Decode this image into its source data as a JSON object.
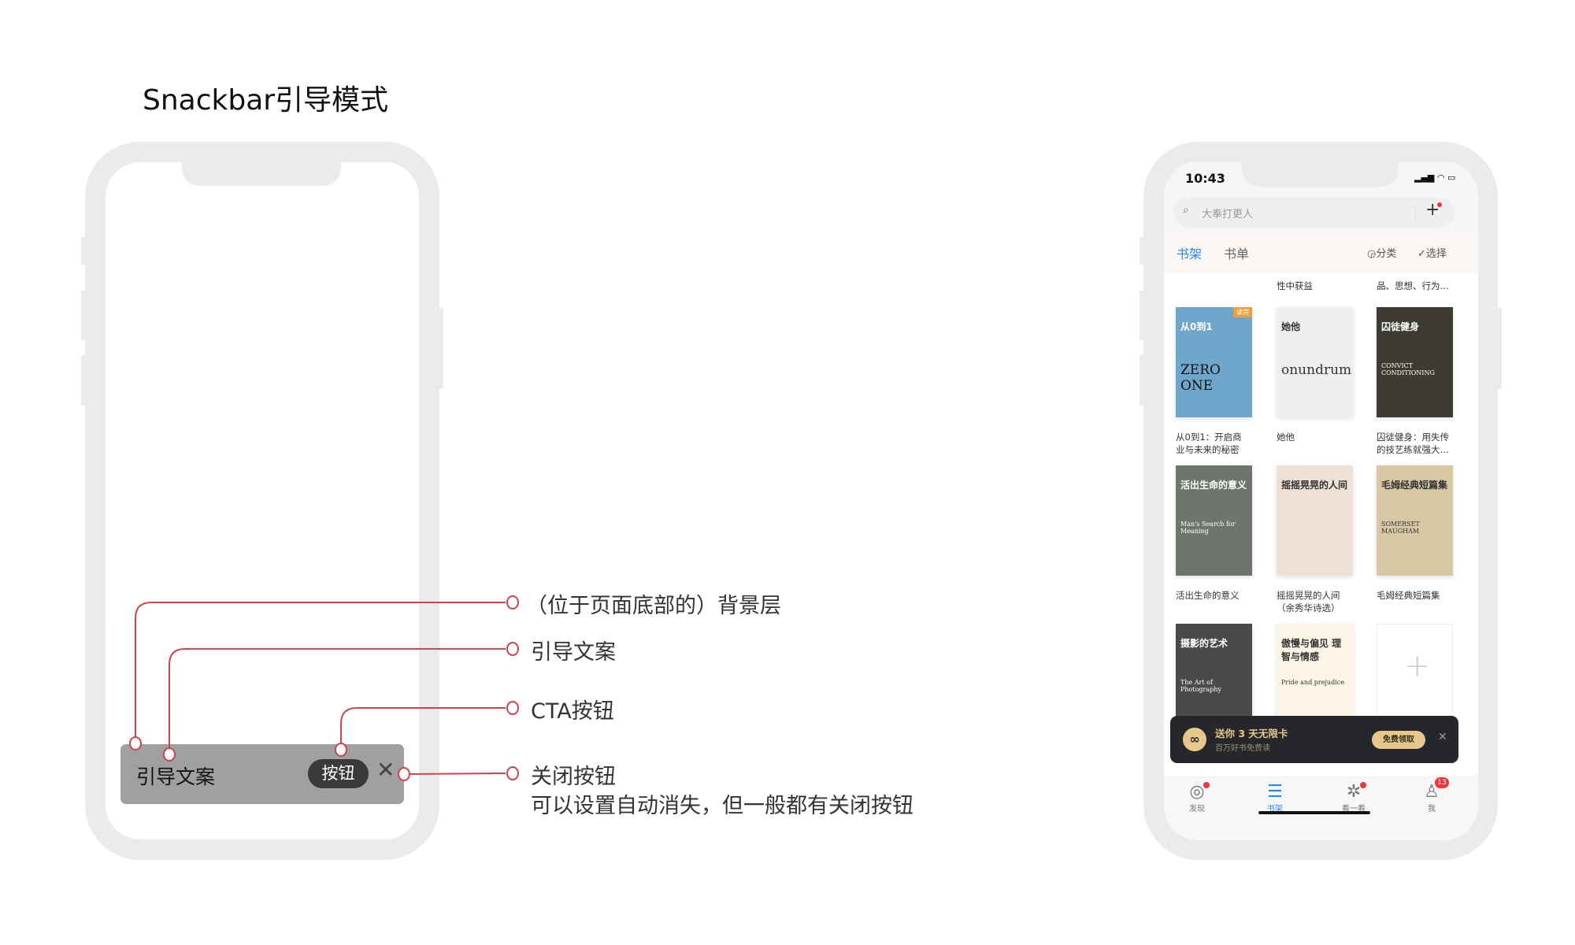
{
  "title": "Snackbar引导模式",
  "wireframe": {
    "snackbar_text": "引导文案",
    "snackbar_button": "按钮",
    "close_glyph": "✕"
  },
  "annotations": [
    {
      "text": "（位于页面底部的）背景层"
    },
    {
      "text": "引导文案"
    },
    {
      "text": "CTA按钮"
    },
    {
      "text": "关闭按钮",
      "note": "可以设置自动消失，但一般都有关闭按钮"
    }
  ],
  "annotation_color": "#d0454c",
  "app": {
    "status_time": "10:43",
    "search_placeholder": "大奉打更人",
    "tabs": [
      {
        "label": "书架",
        "active": true
      },
      {
        "label": "书单",
        "active": false
      }
    ],
    "actions": {
      "category": "分类",
      "select": "选择"
    },
    "partial_titles": [
      "性中获益",
      "品、思想、行为…"
    ],
    "books": [
      {
        "title1": "从0到1：开启商",
        "title2": "业与未来的秘密",
        "cover": "ZERO ONE",
        "cover_cn": "从0到1",
        "badge": "读完",
        "color": "#6fa6cb"
      },
      {
        "title1": "她他",
        "title2": "",
        "cover": "onundrum",
        "cover_cn": "她他",
        "color": "#efefef"
      },
      {
        "title1": "囚徒健身：用失传",
        "title2": "的技艺练就强大…",
        "cover": "CONVICT CONDITIONING",
        "cover_cn": "囚徒健身",
        "color": "#3d3b32"
      },
      {
        "title1": "活出生命的意义",
        "title2": "",
        "cover": "Man's Search for Meaning",
        "cover_cn": "活出生命的意义",
        "color": "#6d756c"
      },
      {
        "title1": "摇摇晃晃的人间",
        "title2": "（余秀华诗选）",
        "cover": "",
        "cover_cn": "摇摇晃晃的人间",
        "color": "#efe2d5"
      },
      {
        "title1": "毛姆经典短篇集",
        "title2": "",
        "cover": "SOMERSET MAUGHAM",
        "cover_cn": "毛姆经典短篇集",
        "color": "#d8c8a3"
      },
      {
        "title1": "",
        "title2": "",
        "cover": "The Art of Photography",
        "cover_cn": "摄影的艺术",
        "color": "#4a4a4a"
      },
      {
        "title1": "",
        "title2": "",
        "cover": "Pride and prejudice",
        "cover_cn": "傲慢与偏见 理智与情感",
        "color": "#fbf5e6"
      }
    ],
    "promo": {
      "title": "送你 3 天无限卡",
      "subtitle": "百万好书免费读",
      "button": "免费领取",
      "close": "✕",
      "accent": "#e6c98a"
    },
    "tabbar": [
      {
        "label": "发现",
        "icon": "compass-icon",
        "dot": true
      },
      {
        "label": "书架",
        "icon": "bookshelf-icon",
        "active": true
      },
      {
        "label": "看一看",
        "icon": "network-icon",
        "dot": true
      },
      {
        "label": "我",
        "icon": "person-icon",
        "badge": "13"
      }
    ],
    "accent": "#2b86f0"
  }
}
